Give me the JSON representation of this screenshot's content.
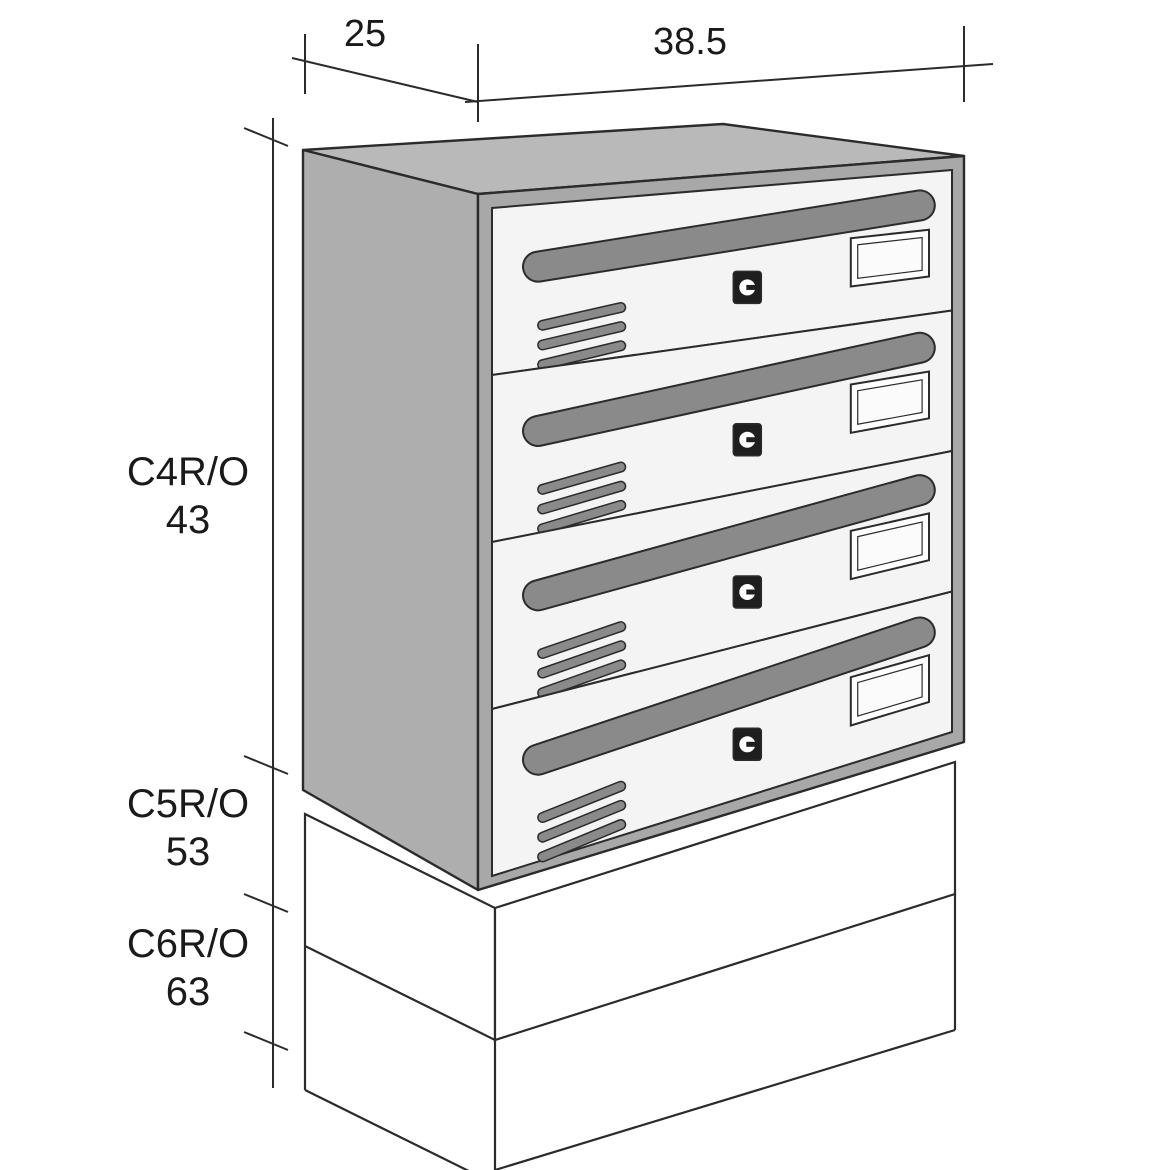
{
  "dimensions": {
    "depth": "25",
    "width": "38.5",
    "heights": [
      {
        "model": "C4R/O",
        "value": "43"
      },
      {
        "model": "C5R/O",
        "value": "53"
      },
      {
        "model": "C6R/O",
        "value": "63"
      }
    ]
  },
  "mailbox_doors": 4,
  "colors": {
    "line": "#2b2b2b",
    "cabinet_side": "#aeaeae",
    "cabinet_top": "#b9b9b9",
    "door_face": "#f4f4f4",
    "slot": "#8a8a8a",
    "lock": "#1e1e1e"
  }
}
